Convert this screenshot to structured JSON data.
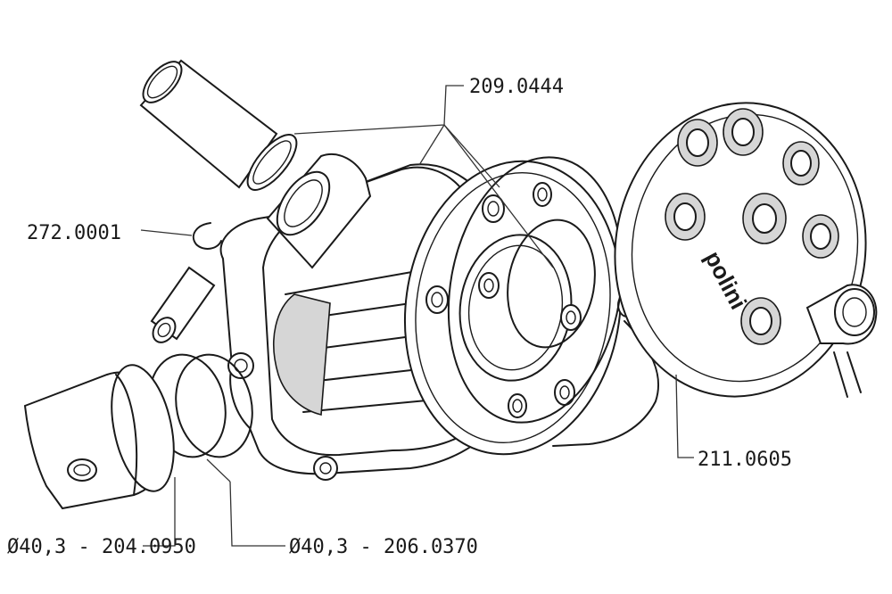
{
  "labels": {
    "gasket_set": "209.0444",
    "circlip": "272.0001",
    "cylinder_head": "211.0605",
    "piston": "Ø40,3 - 204.0950",
    "piston_rings": "Ø40,3 - 206.0370"
  },
  "logo_text": "polini"
}
